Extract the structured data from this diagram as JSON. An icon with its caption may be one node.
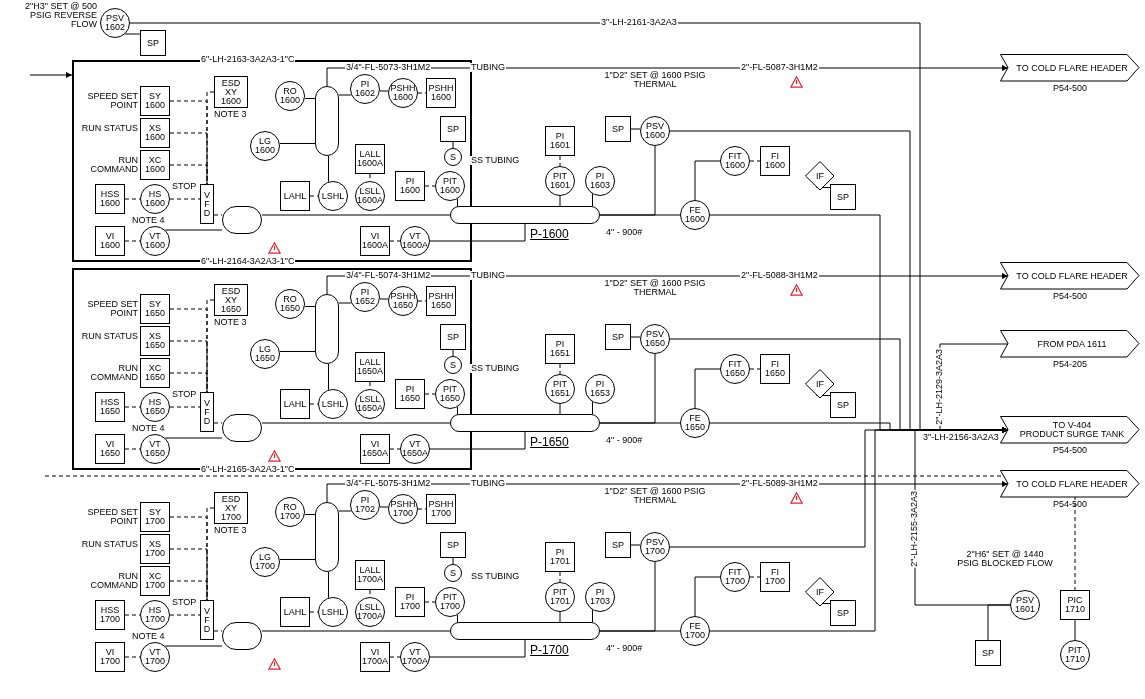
{
  "diagram": {
    "nodes": [
      {
        "text": [
          "PSV",
          "1602"
        ],
        "beside": [
          "2\"H3\" SET @ 500 PSIG REVERSE FLOW"
        ]
      },
      {
        "text": [
          "SP"
        ]
      },
      {
        "text": [],
        "shape": "box"
      },
      {
        "text": [
          "ESD",
          "XY",
          "1600"
        ],
        "in": 2,
        "beside": [
          "NOTE 3"
        ]
      },
      {
        "text": [
          "SY",
          "1600"
        ],
        "in": 2,
        "beside": [
          "SPEED SET POINT"
        ]
      },
      {
        "text": [
          "XS",
          "1600"
        ],
        "in": 2,
        "beside": [
          "RUN STATUS"
        ]
      },
      {
        "text": [
          "XC",
          "1600"
        ],
        "in": 2,
        "beside": [
          "RUN COMMAND"
        ]
      },
      {
        "text": [
          "HSS",
          "1600"
        ],
        "in": 2
      },
      {
        "text": [
          "HS",
          "1600"
        ],
        "in": 2,
        "beside": [
          "STOP",
          "NOTE 4"
        ]
      },
      {
        "text": [
          "VI",
          "1600"
        ],
        "in": 2
      },
      {
        "text": [
          "VT",
          "1600"
        ],
        "in": 2
      },
      {
        "text": [
          "V F D"
        ],
        "in": 2
      },
      {
        "text": [],
        "shape": "cylinder",
        "in": 2
      },
      {
        "text": [
          "RO",
          "1600"
        ],
        "in": 2
      },
      {
        "text": [
          "LG",
          "1600"
        ],
        "in": 2
      },
      {
        "text": [],
        "shape": "cylinder",
        "in": 2
      },
      {
        "text": [
          "PI",
          "1602"
        ],
        "in": 2
      },
      {
        "text": [
          "PSHH",
          "1600"
        ],
        "in": 2
      },
      {
        "text": [
          "PSHH",
          "1600"
        ],
        "in": 2
      },
      {
        "text": [
          "LAHL"
        ],
        "in": 2
      },
      {
        "text": [
          "LSHL"
        ],
        "in": 2
      },
      {
        "text": [
          "LALL",
          "1600A"
        ],
        "in": 2
      },
      {
        "text": [
          "LSLL",
          "1600A"
        ],
        "in": 2
      },
      {
        "text": [
          "PI",
          "1600"
        ],
        "in": 2
      },
      {
        "text": [
          "PIT",
          "1600"
        ],
        "in": 2
      },
      {
        "text": [
          "SP"
        ],
        "in": 2
      },
      {
        "text": [
          "S"
        ],
        "in": 2
      },
      {
        "text": [
          "VI",
          "1600A"
        ],
        "in": 2
      },
      {
        "text": [
          "VT",
          "1600A"
        ],
        "in": 2
      },
      {
        "text": [],
        "shape": "cylinder",
        "beside": [
          "P-1600"
        ]
      },
      {
        "text": [
          "PI",
          "1601"
        ]
      },
      {
        "text": [
          "PIT",
          "1601"
        ]
      },
      {
        "text": [
          "PI",
          "1603"
        ]
      },
      {
        "text": [
          "PSV",
          "1600"
        ],
        "beside": [
          "1\"D2\" SET @ 1600 PSIG THERMAL"
        ]
      },
      {
        "text": [
          "SP"
        ]
      },
      {
        "text": [
          "FIT",
          "1600"
        ]
      },
      {
        "text": [
          "FI",
          "1600"
        ]
      },
      {
        "text": [
          "FE",
          "1600"
        ]
      },
      {
        "text": [
          "IF"
        ]
      },
      {
        "text": [
          "SP"
        ]
      },
      {
        "text": [
          "TO COLD FLARE HEADER"
        ],
        "beside": [
          "P54-500"
        ]
      },
      {
        "text": [],
        "shape": "box"
      },
      {
        "text": [
          "ESD",
          "XY",
          "1650"
        ],
        "in": 41,
        "beside": [
          "NOTE 3"
        ]
      },
      {
        "text": [
          "SY",
          "1650"
        ],
        "in": 41,
        "beside": [
          "SPEED SET POINT"
        ]
      },
      {
        "text": [
          "XS",
          "1650"
        ],
        "in": 41,
        "beside": [
          "RUN STATUS"
        ]
      },
      {
        "text": [
          "XC",
          "1650"
        ],
        "in": 41,
        "beside": [
          "RUN COMMAND"
        ]
      },
      {
        "text": [
          "HSS",
          "1650"
        ],
        "in": 41
      },
      {
        "text": [
          "HS",
          "1650"
        ],
        "in": 41,
        "beside": [
          "STOP",
          "NOTE 4"
        ]
      },
      {
        "text": [
          "VI",
          "1650"
        ],
        "in": 41
      },
      {
        "text": [
          "VT",
          "1650"
        ],
        "in": 41
      },
      {
        "text": [
          "V F D"
        ],
        "in": 41
      },
      {
        "text": [],
        "shape": "cylinder",
        "in": 41
      },
      {
        "text": [
          "RO",
          "1650"
        ],
        "in": 41
      },
      {
        "text": [
          "LG",
          "1650"
        ],
        "in": 41
      },
      {
        "text": [],
        "shape": "cylinder",
        "in": 41
      },
      {
        "text": [
          "PI",
          "1652"
        ],
        "in": 41
      },
      {
        "text": [
          "PSHH",
          "1650"
        ],
        "in": 41
      },
      {
        "text": [
          "PSHH",
          "1650"
        ],
        "in": 41
      },
      {
        "text": [
          "LAHL"
        ],
        "in": 41
      },
      {
        "text": [
          "LSHL"
        ],
        "in": 41
      },
      {
        "text": [
          "LALL",
          "1650A"
        ],
        "in": 41
      },
      {
        "text": [
          "LSLL",
          "1650A"
        ],
        "in": 41
      },
      {
        "text": [
          "PI",
          "1650"
        ],
        "in": 41
      },
      {
        "text": [
          "PIT",
          "1650"
        ],
        "in": 41
      },
      {
        "text": [
          "SP"
        ],
        "in": 41
      },
      {
        "text": [
          "S"
        ],
        "in": 41
      },
      {
        "text": [
          "VI",
          "1650A"
        ],
        "in": 41
      },
      {
        "text": [
          "VT",
          "1650A"
        ],
        "in": 41
      },
      {
        "text": [],
        "shape": "cylinder",
        "beside": [
          "P-1650"
        ]
      },
      {
        "text": [
          "PI",
          "1651"
        ]
      },
      {
        "text": [
          "PIT",
          "1651"
        ]
      },
      {
        "text": [
          "PI",
          "1653"
        ]
      },
      {
        "text": [
          "PSV",
          "1650"
        ],
        "beside": [
          "1\"D2\" SET @ 1600 PSIG THERMAL"
        ]
      },
      {
        "text": [
          "SP"
        ]
      },
      {
        "text": [
          "FIT",
          "1650"
        ]
      },
      {
        "text": [
          "FI",
          "1650"
        ]
      },
      {
        "text": [
          "FE",
          "1650"
        ]
      },
      {
        "text": [
          "IF"
        ]
      },
      {
        "text": [
          "SP"
        ]
      },
      {
        "text": [
          "TO COLD FLARE HEADER"
        ],
        "beside": [
          "P54-500"
        ]
      },
      {
        "text": [
          "FROM PDA 1611"
        ],
        "beside": [
          "P54-205"
        ]
      },
      {
        "text": [
          "TO V-404",
          "PRODUCT SURGE TANK"
        ],
        "beside": [
          "P54-500"
        ]
      },
      {
        "text": [
          "ESD",
          "XY",
          "1700"
        ],
        "beside": [
          "NOTE 3"
        ]
      },
      {
        "text": [
          "SY",
          "1700"
        ],
        "beside": [
          "SPEED SET POINT"
        ]
      },
      {
        "text": [
          "XS",
          "1700"
        ],
        "beside": [
          "RUN STATUS"
        ]
      },
      {
        "text": [
          "XC",
          "1700"
        ],
        "beside": [
          "RUN COMMAND"
        ]
      },
      {
        "text": [
          "HSS",
          "1700"
        ]
      },
      {
        "text": [
          "HS",
          "1700"
        ],
        "beside": [
          "STOP",
          "NOTE 4"
        ]
      },
      {
        "text": [
          "VI",
          "1700"
        ]
      },
      {
        "text": [
          "VT",
          "1700"
        ]
      },
      {
        "text": [
          "V F D"
        ]
      },
      {
        "text": [],
        "shape": "cylinder"
      },
      {
        "text": [
          "RO",
          "1700"
        ]
      },
      {
        "text": [
          "LG",
          "1700"
        ]
      },
      {
        "text": [],
        "shape": "cylinder"
      },
      {
        "text": [
          "PI",
          "1702"
        ]
      },
      {
        "text": [
          "PSHH",
          "1700"
        ]
      },
      {
        "text": [
          "PSHH",
          "1700"
        ]
      },
      {
        "text": [
          "LAHL"
        ]
      },
      {
        "text": [
          "LSHL"
        ]
      },
      {
        "text": [
          "LALL",
          "1700A"
        ]
      },
      {
        "text": [
          "LSLL",
          "1700A"
        ]
      },
      {
        "text": [
          "PI",
          "1700"
        ]
      },
      {
        "text": [
          "PIT",
          "1700"
        ]
      },
      {
        "text": [
          "SP"
        ]
      },
      {
        "text": [
          "S"
        ]
      },
      {
        "text": [
          "VI",
          "1700A"
        ]
      },
      {
        "text": [
          "VT",
          "1700A"
        ]
      },
      {
        "text": [],
        "shape": "cylinder",
        "beside": [
          "P-1700"
        ]
      },
      {
        "text": [
          "PI",
          "1701"
        ]
      },
      {
        "text": [
          "PIT",
          "1701"
        ]
      },
      {
        "text": [
          "PI",
          "1703"
        ]
      },
      {
        "text": [
          "PSV",
          "1700"
        ],
        "beside": [
          "1\"D2\" SET @ 1600 PSIG THERMAL"
        ]
      },
      {
        "text": [
          "SP"
        ]
      },
      {
        "text": [
          "FIT",
          "1700"
        ]
      },
      {
        "text": [
          "FI",
          "1700"
        ]
      },
      {
        "text": [
          "FE",
          "1700"
        ]
      },
      {
        "text": [
          "IF"
        ]
      },
      {
        "text": [
          "SP"
        ]
      },
      {
        "text": [
          "TO COLD FLARE HEADER"
        ],
        "beside": [
          "P54-500"
        ]
      },
      {
        "text": [
          "PSV",
          "1601"
        ],
        "beside": [
          "2\"H6\" SET @ 1440 PSIG BLOCKED FLOW"
        ]
      },
      {
        "text": [
          "SP"
        ]
      },
      {
        "text": [
          "PIC",
          "1710"
        ]
      },
      {
        "text": [
          "PIT",
          "1710"
        ]
      }
    ],
    "edges": [
      {
        "from": null,
        "to": 2,
        "arrow": "to"
      },
      {
        "from": 0,
        "to": 1,
        "arrow": "none"
      },
      {
        "from": 0,
        "to": 81,
        "arrow": "to",
        "label": "3\"-LH-2161-3A2A3"
      },
      {
        "from": 3,
        "to": 11,
        "arrow": "none",
        "style": "dashed"
      },
      {
        "from": 4,
        "to": 11,
        "arrow": "none",
        "style": "dashed"
      },
      {
        "from": 5,
        "to": 11,
        "arrow": "none",
        "style": "dashed"
      },
      {
        "from": 6,
        "to": 11,
        "arrow": "none",
        "style": "dashed"
      },
      {
        "from": 7,
        "to": 8,
        "arrow": "none",
        "style": "dashed"
      },
      {
        "from": 8,
        "to": 11,
        "arrow": "none",
        "style": "dashed"
      },
      {
        "from": 9,
        "to": 10,
        "arrow": "none",
        "style": "dashed"
      },
      {
        "from": 10,
        "to": 12,
        "arrow": "none"
      },
      {
        "from": 11,
        "to": 12,
        "arrow": "none",
        "style": "dashed"
      },
      {
        "from": 12,
        "to": 29,
        "arrow": "none"
      },
      {
        "from": 13,
        "to": 15,
        "arrow": "none"
      },
      {
        "from": 14,
        "to": 15,
        "arrow": "none"
      },
      {
        "from": 15,
        "to": 16,
        "arrow": "none"
      },
      {
        "from": 16,
        "to": 17,
        "arrow": "none"
      },
      {
        "from": 17,
        "to": 18,
        "arrow": "none",
        "style": "dashed"
      },
      {
        "from": 19,
        "to": 20,
        "arrow": "none",
        "style": "dashed"
      },
      {
        "from": 20,
        "to": 15,
        "arrow": "none"
      },
      {
        "from": 21,
        "to": 22,
        "arrow": "none",
        "style": "dashed"
      },
      {
        "from": 23,
        "to": 24,
        "arrow": "none",
        "style": "dashed"
      },
      {
        "from": 24,
        "to": 29,
        "arrow": "none"
      },
      {
        "from": 25,
        "to": 26,
        "arrow": "none"
      },
      {
        "from": 27,
        "to": 28,
        "arrow": "none",
        "style": "dashed"
      },
      {
        "from": 28,
        "to": 29,
        "arrow": "none"
      },
      {
        "from": 30,
        "to": 31,
        "arrow": "none",
        "style": "dashed"
      },
      {
        "from": 31,
        "to": 29,
        "arrow": "none"
      },
      {
        "from": 32,
        "to": 29,
        "arrow": "none"
      },
      {
        "from": 29,
        "to": 33,
        "arrow": "none"
      },
      {
        "from": 34,
        "to": 33,
        "arrow": "none"
      },
      {
        "from": 29,
        "to": 37,
        "arrow": "none"
      },
      {
        "from": 35,
        "to": 36,
        "arrow": "none",
        "style": "dashed"
      },
      {
        "from": 35,
        "to": 37,
        "arrow": "none"
      },
      {
        "from": 38,
        "to": 39,
        "arrow": "none"
      },
      {
        "from": 33,
        "to": 81,
        "arrow": "to"
      },
      {
        "from": 37,
        "to": 81,
        "arrow": "to"
      },
      {
        "from": 15,
        "to": 40,
        "arrow": "to",
        "label": "2\"-FL-5087-3H1M2"
      },
      {
        "from": 42,
        "to": 50,
        "arrow": "none",
        "style": "dashed"
      },
      {
        "from": 43,
        "to": 50,
        "arrow": "none",
        "style": "dashed"
      },
      {
        "from": 44,
        "to": 50,
        "arrow": "none",
        "style": "dashed"
      },
      {
        "from": 45,
        "to": 50,
        "arrow": "none",
        "style": "dashed"
      },
      {
        "from": 46,
        "to": 47,
        "arrow": "none",
        "style": "dashed"
      },
      {
        "from": 47,
        "to": 50,
        "arrow": "none",
        "style": "dashed"
      },
      {
        "from": 48,
        "to": 49,
        "arrow": "none",
        "style": "dashed"
      },
      {
        "from": 49,
        "to": 51,
        "arrow": "none"
      },
      {
        "from": 50,
        "to": 51,
        "arrow": "none",
        "style": "dashed"
      },
      {
        "from": 51,
        "to": 68,
        "arrow": "none"
      },
      {
        "from": 52,
        "to": 54,
        "arrow": "none"
      },
      {
        "from": 53,
        "to": 54,
        "arrow": "none"
      },
      {
        "from": 54,
        "to": 55,
        "arrow": "none"
      },
      {
        "from": 55,
        "to": 56,
        "arrow": "none"
      },
      {
        "from": 56,
        "to": 57,
        "arrow": "none",
        "style": "dashed"
      },
      {
        "from": 58,
        "to": 59,
        "arrow": "none",
        "style": "dashed"
      },
      {
        "from": 59,
        "to": 54,
        "arrow": "none"
      },
      {
        "from": 60,
        "to": 61,
        "arrow": "none",
        "style": "dashed"
      },
      {
        "from": 62,
        "to": 63,
        "arrow": "none",
        "style": "dashed"
      },
      {
        "from": 63,
        "to": 68,
        "arrow": "none"
      },
      {
        "from": 64,
        "to": 65,
        "arrow": "none"
      },
      {
        "from": 66,
        "to": 67,
        "arrow": "none",
        "style": "dashed"
      },
      {
        "from": 67,
        "to": 68,
        "arrow": "none"
      },
      {
        "from": 69,
        "to": 70,
        "arrow": "none",
        "style": "dashed"
      },
      {
        "from": 70,
        "to": 68,
        "arrow": "none"
      },
      {
        "from": 71,
        "to": 68,
        "arrow": "none"
      },
      {
        "from": 68,
        "to": 72,
        "arrow": "none"
      },
      {
        "from": 73,
        "to": 72,
        "arrow": "none"
      },
      {
        "from": 68,
        "to": 76,
        "arrow": "none"
      },
      {
        "from": 74,
        "to": 75,
        "arrow": "none",
        "style": "dashed"
      },
      {
        "from": 74,
        "to": 76,
        "arrow": "none"
      },
      {
        "from": 77,
        "to": 78,
        "arrow": "none"
      },
      {
        "from": 72,
        "to": 81,
        "arrow": "to"
      },
      {
        "from": 76,
        "to": 81,
        "arrow": "to"
      },
      {
        "from": 54,
        "to": 79,
        "arrow": "to",
        "label": "2\"-FL-5088-3H1M2"
      },
      {
        "from": 80,
        "to": 81,
        "arrow": "to",
        "label": "2\"-LH-2129-3A2A3"
      },
      {
        "from": 82,
        "to": 90,
        "arrow": "none",
        "style": "dashed"
      },
      {
        "from": 83,
        "to": 90,
        "arrow": "none",
        "style": "dashed"
      },
      {
        "from": 84,
        "to": 90,
        "arrow": "none",
        "style": "dashed"
      },
      {
        "from": 85,
        "to": 90,
        "arrow": "none",
        "style": "dashed"
      },
      {
        "from": 86,
        "to": 87,
        "arrow": "none",
        "style": "dashed"
      },
      {
        "from": 87,
        "to": 90,
        "arrow": "none",
        "style": "dashed"
      },
      {
        "from": 88,
        "to": 89,
        "arrow": "none",
        "style": "dashed"
      },
      {
        "from": 89,
        "to": 91,
        "arrow": "none"
      },
      {
        "from": 90,
        "to": 91,
        "arrow": "none",
        "style": "dashed"
      },
      {
        "from": 91,
        "to": 108,
        "arrow": "none"
      },
      {
        "from": 92,
        "to": 94,
        "arrow": "none"
      },
      {
        "from": 93,
        "to": 94,
        "arrow": "none"
      },
      {
        "from": 94,
        "to": 95,
        "arrow": "none"
      },
      {
        "from": 95,
        "to": 96,
        "arrow": "none"
      },
      {
        "from": 96,
        "to": 97,
        "arrow": "none",
        "style": "dashed"
      },
      {
        "from": 98,
        "to": 99,
        "arrow": "none",
        "style": "dashed"
      },
      {
        "from": 99,
        "to": 94,
        "arrow": "none"
      },
      {
        "from": 100,
        "to": 101,
        "arrow": "none",
        "style": "dashed"
      },
      {
        "from": 102,
        "to": 103,
        "arrow": "none",
        "style": "dashed"
      },
      {
        "from": 103,
        "to": 108,
        "arrow": "none"
      },
      {
        "from": 104,
        "to": 105,
        "arrow": "none"
      },
      {
        "from": 106,
        "to": 107,
        "arrow": "none",
        "style": "dashed"
      },
      {
        "from": 107,
        "to": 108,
        "arrow": "none"
      },
      {
        "from": 109,
        "to": 110,
        "arrow": "none",
        "style": "dashed"
      },
      {
        "from": 110,
        "to": 108,
        "arrow": "none"
      },
      {
        "from": 111,
        "to": 108,
        "arrow": "none"
      },
      {
        "from": 108,
        "to": 112,
        "arrow": "none"
      },
      {
        "from": 113,
        "to": 112,
        "arrow": "none"
      },
      {
        "from": 108,
        "to": 116,
        "arrow": "none"
      },
      {
        "from": 114,
        "to": 115,
        "arrow": "none",
        "style": "dashed"
      },
      {
        "from": 114,
        "to": 116,
        "arrow": "none"
      },
      {
        "from": 117,
        "to": 118,
        "arrow": "none"
      },
      {
        "from": 112,
        "to": 81,
        "arrow": "to"
      },
      {
        "from": 116,
        "to": 81,
        "arrow": "to"
      },
      {
        "from": 94,
        "to": 119,
        "arrow": "to",
        "label": "2\"-FL-5089-3H1M2"
      },
      {
        "from": 120,
        "to": 81,
        "arrow": "to",
        "label": "2\"-LH-2155-3A2A3"
      },
      {
        "from": 120,
        "to": 121,
        "arrow": "none"
      },
      {
        "from": null,
        "to": 122,
        "arrow": "none",
        "style": "dashed"
      },
      {
        "from": 122,
        "to": 123,
        "arrow": "none"
      }
    ],
    "labels": [
      "6\"-LH-2163-3A2A3-1\"C",
      "3/4\"-FL-5073-3H1M2",
      "TUBING",
      "SS TUBING",
      "4\" - 900#",
      "6\"-LH-2164-3A2A3-1\"C",
      "3/4\"-FL-5074-3H1M2",
      "TUBING",
      "SS TUBING",
      "4\" - 900#",
      "6\"-LH-2165-3A2A3-1\"C",
      "3\"-LH-2156-3A2A3",
      "3/4\"-FL-5075-3H1M2",
      "TUBING",
      "SS TUBING",
      "4\" - 900#"
    ]
  }
}
